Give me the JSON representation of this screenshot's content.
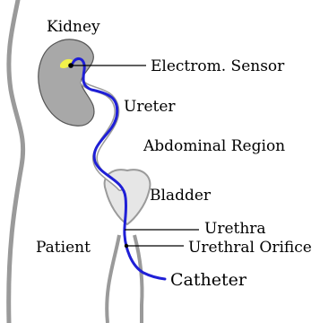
{
  "labels": {
    "kidney": "Kidney",
    "sensor": "Electrom. Sensor",
    "ureter": "Ureter",
    "abdominal_region": "Abdominal Region",
    "bladder": "Bladder",
    "urethra": "Urethra",
    "urethral_orifice": "Urethral Orifice",
    "patient": "Patient",
    "catheter": "Catheter"
  },
  "colors": {
    "body_outline": "#9a9a9a",
    "kidney_fill": "#a8a8a8",
    "kidney_stroke": "#555555",
    "bladder_fill": "#e6e6e6",
    "catheter": "#1f1fd6",
    "sensor_highlight": "#f2f24a",
    "leader_line": "#000000"
  }
}
